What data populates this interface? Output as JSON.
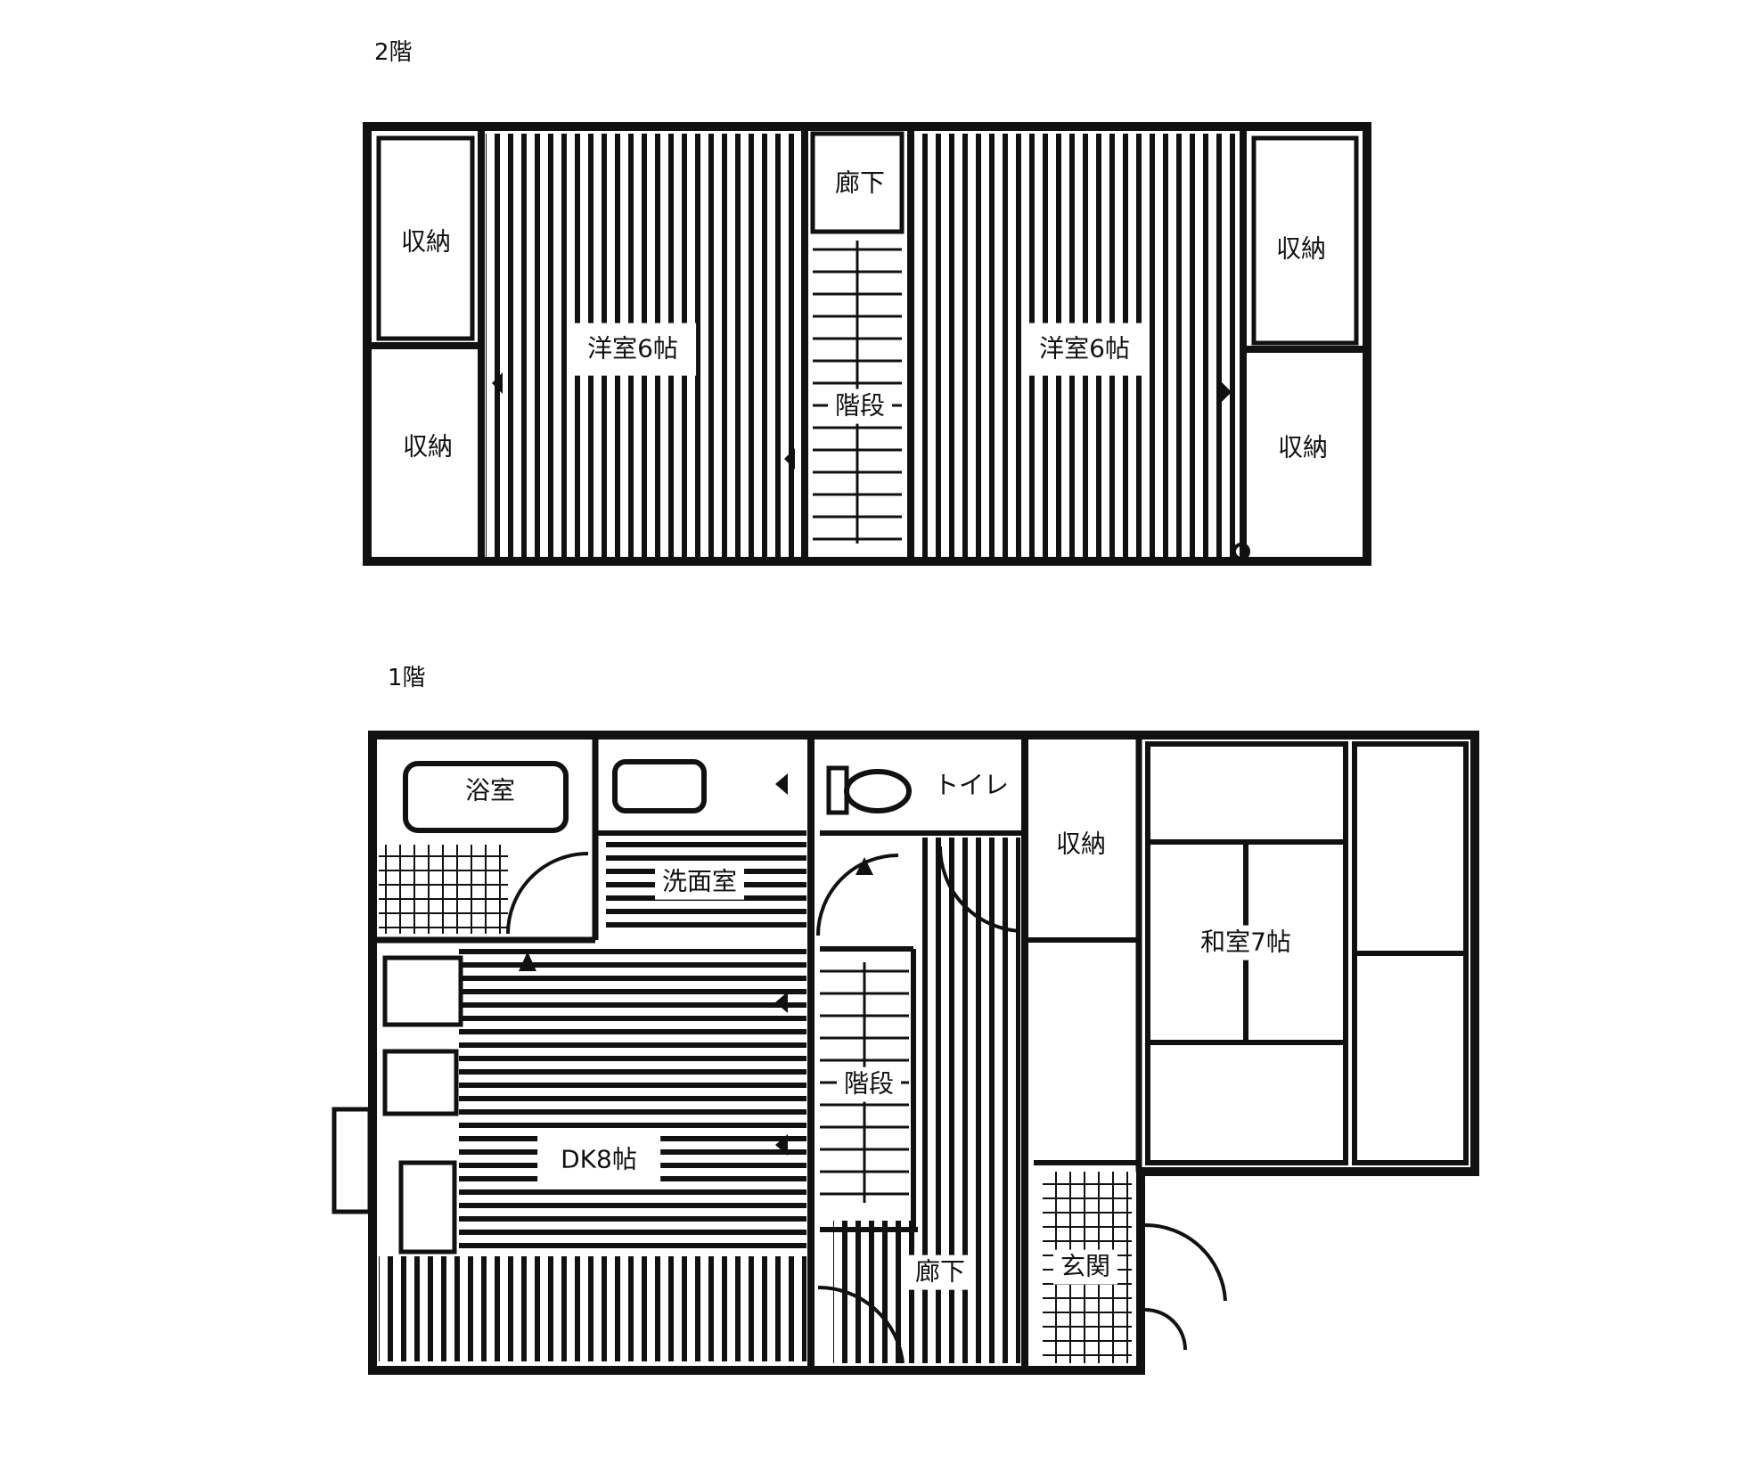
{
  "floor2": {
    "title": "2階",
    "rooms": {
      "storage_tl": "収納",
      "storage_bl": "収納",
      "western_left": "洋室6帖",
      "hallway": "廊下",
      "stairs": "階段",
      "western_right": "洋室6帖",
      "storage_tr": "収納",
      "storage_br": "収納"
    }
  },
  "floor1": {
    "title": "1階",
    "rooms": {
      "bath": "浴室",
      "washroom": "洗面室",
      "toilet": "トイレ",
      "storage": "収納",
      "japanese": "和室7帖",
      "stairs": "階段",
      "dk": "DK8帖",
      "hallway": "廊下",
      "entrance": "玄関"
    }
  }
}
